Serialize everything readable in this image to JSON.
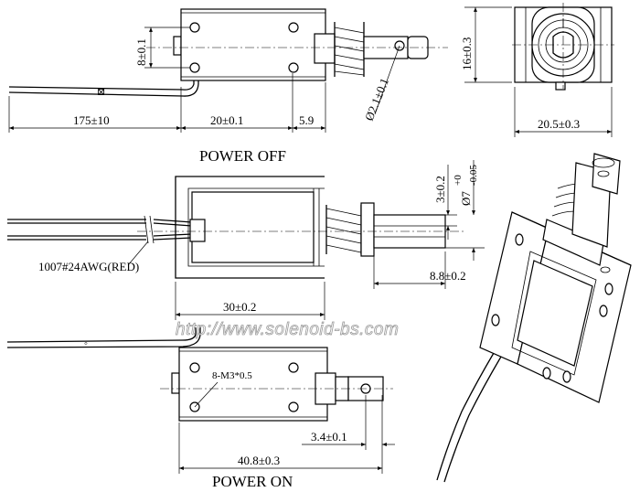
{
  "labels": {
    "power_off": "POWER OFF",
    "power_on": "POWER ON",
    "wire_spec": "1007#24AWG(RED)",
    "screw_spec": "8-M3*0.5",
    "watermark": "http://www.solenoid-bs.com"
  },
  "dimensions": {
    "lead_length": "175±10",
    "body_length_top": "20±0.1",
    "plunger_ext": "5.9",
    "hole_spacing": "8±0.1",
    "plunger_dia": "Ø2.1±0.1",
    "height": "16±0.3",
    "width": "20.5±0.3",
    "frame_length": "30±0.2",
    "slot_depth": "3±0.2",
    "shaft_dia": "Ø7",
    "shaft_tol_upper": "+0",
    "shaft_tol_lower": "-0.05",
    "stroke_len": "8.8±0.2",
    "hole_offset": "3.4±0.1",
    "total_length": "40.8±0.3"
  }
}
